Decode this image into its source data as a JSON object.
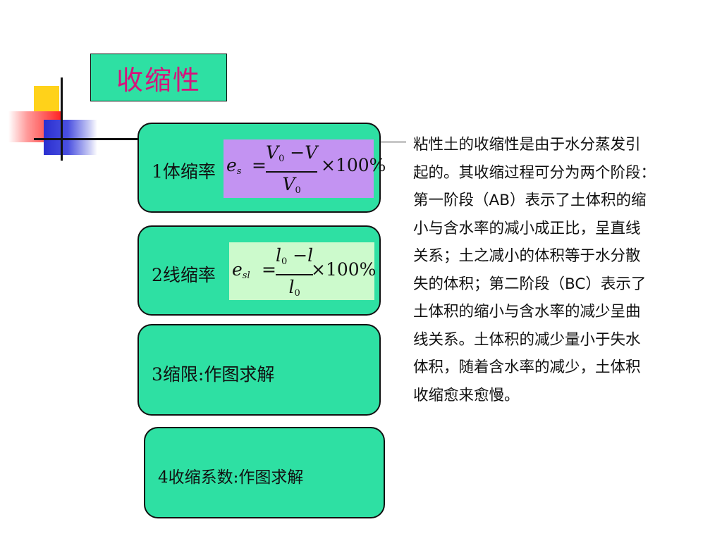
{
  "title": "收缩性",
  "boxes": [
    {
      "label": "1体缩率"
    },
    {
      "label": "2线缩率"
    },
    {
      "label": "3缩限:作图求解"
    },
    {
      "label": "4收缩系数:作图求解"
    }
  ],
  "formulas": {
    "f1": {
      "lhs_var": "e",
      "lhs_sub": "s",
      "eq": "=",
      "num_var": "V",
      "num_sub": "0",
      "num_rest": " −V",
      "den_var": "V",
      "den_sub": "0",
      "suffix": "×100%"
    },
    "f2": {
      "lhs_var": "e",
      "lhs_sub": "sl",
      "eq": "=",
      "num_var": "l",
      "num_sub": "0",
      "num_rest": " −l",
      "den_var": "l",
      "den_sub": "0",
      "suffix": "×100%"
    }
  },
  "paragraph": [
    "粘性土的收缩性是由于水分蒸发引",
    "起的。其收缩过程可分为两个阶段：",
    "第一阶段（AB）表示了土体积的缩",
    "小与含水率的减小成正比，呈直线",
    "关系；土之减小的体积等于水分散",
    "失的体积；第二阶段（BC）表示了",
    "土体积的缩小与含水率的减少呈曲",
    "线关系。土体积的减少量小于失水",
    "体积，随着含水率的减少，土体积",
    "收缩愈来愈慢。"
  ],
  "colors": {
    "box_fill": "#2ee0a3",
    "title_text": "#d6147c",
    "formula1_bg": "#c393f2",
    "formula2_bg": "#ccfacc"
  }
}
